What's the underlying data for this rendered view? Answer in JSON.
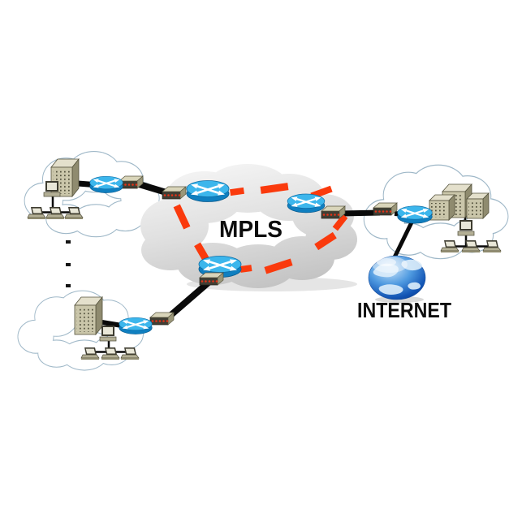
{
  "title": "MPLS network topology diagram",
  "labels": {
    "mpls": "MPLS",
    "internet": "INTERNET"
  },
  "colors": {
    "background": "#ffffff",
    "mpls_cloud_top": "#f0f0f0",
    "mpls_cloud_bottom": "#c5c5c5",
    "site_cloud_fill": "#ffffff",
    "site_cloud_outline": "#9fb8c8",
    "vpn_dash": "#fa3a0d",
    "link": "#0a0a0a",
    "router_top": "#3cb6ec",
    "router_side": "#0f7fc0",
    "device_body": "#cac6aa",
    "device_shadow_side": "#8f8b6f",
    "switch_front": "#403e34",
    "switch_port_led": "#e23318",
    "globe_blue": "#1254b4",
    "label_text": "#0d0d0d"
  },
  "topology": {
    "core": {
      "name": "MPLS core cloud",
      "edge_routers": 3,
      "edge_switches": 3,
      "vpn_path": "red dashed loop connecting the three edge routers"
    },
    "sites": [
      {
        "name": "customer-site-top-left",
        "devices": [
          "server",
          "workstation",
          "laptop",
          "laptop",
          "laptop",
          "router",
          "switch"
        ],
        "connected_to": "mpls-edge-top-left"
      },
      {
        "name": "customer-site-bottom-left",
        "devices": [
          "server",
          "workstation",
          "laptop",
          "laptop",
          "laptop",
          "router",
          "switch"
        ],
        "connected_to": "mpls-edge-bottom"
      },
      {
        "name": "data-center-site-right",
        "devices": [
          "server-tower",
          "server-tower",
          "server-tower",
          "workstation",
          "laptop",
          "laptop",
          "laptop",
          "router",
          "switch"
        ],
        "connected_to": "mpls-edge-right"
      }
    ],
    "internet": {
      "name": "INTERNET",
      "connected_to": "data-center-site-right router"
    },
    "more_sites_indicator": "vertical ellipsis of three dots between left sites"
  }
}
